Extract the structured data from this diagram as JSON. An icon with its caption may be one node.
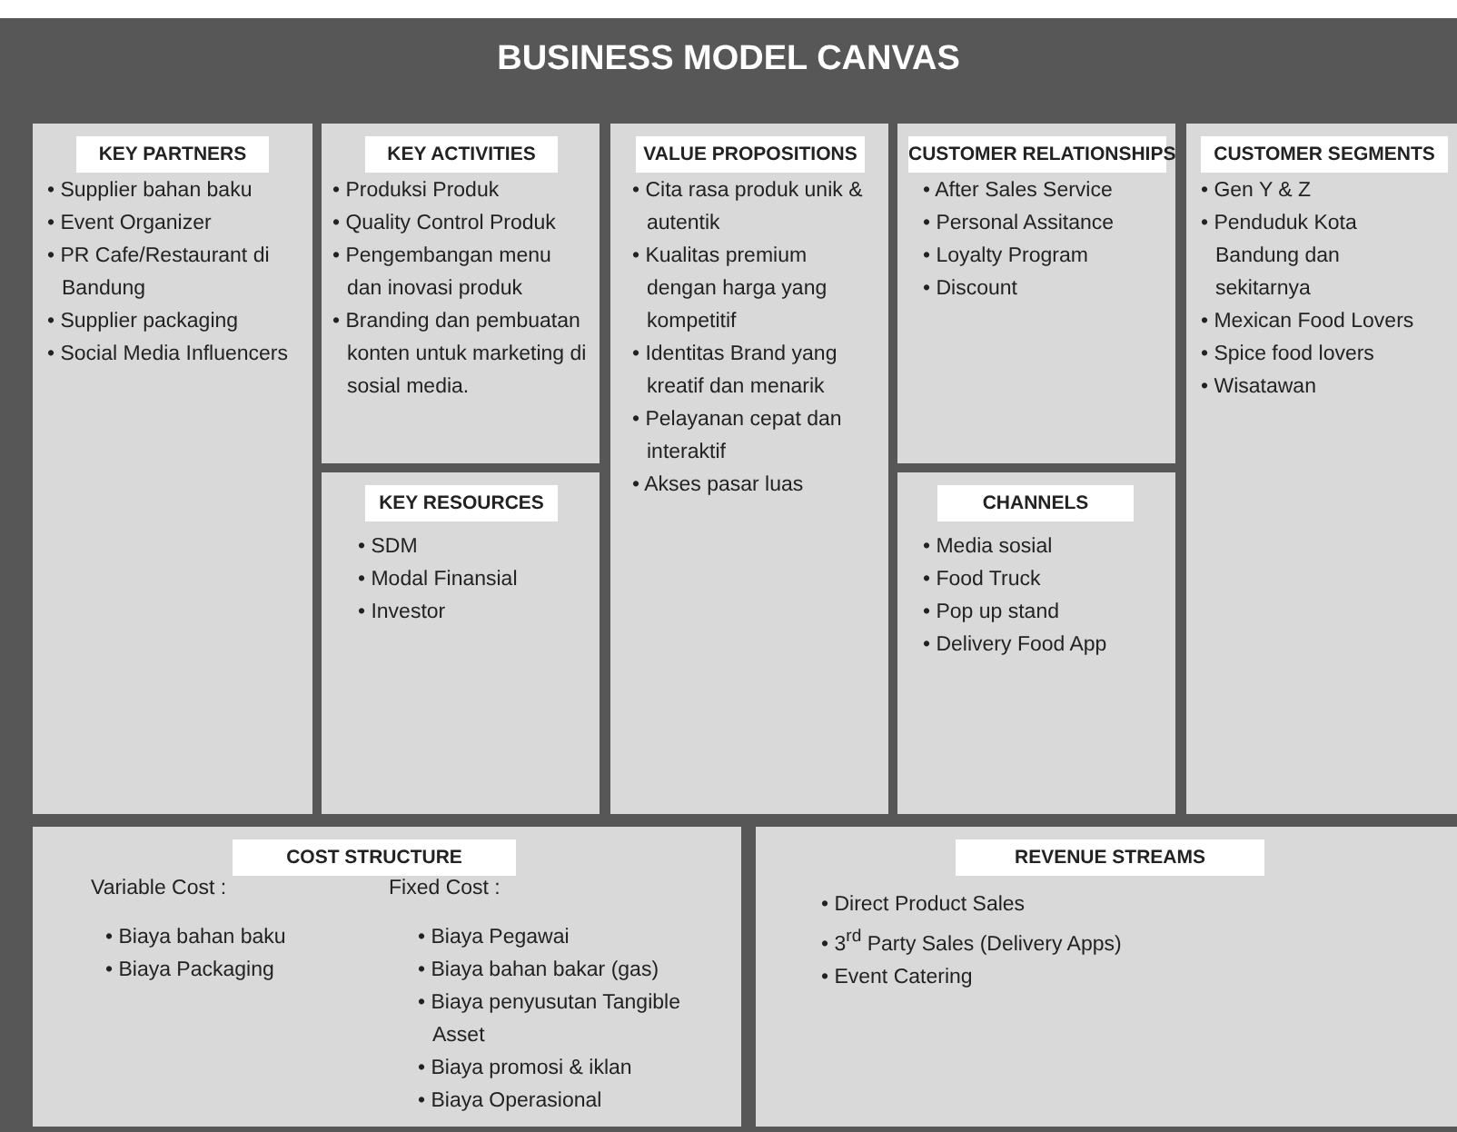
{
  "diagram": {
    "title": "BUSINESS MODEL CANVAS",
    "nodes": [
      {
        "text": [
          "KEY PARTNERS",
          "• Supplier bahan baku",
          "• Event Organizer",
          "• PR Cafe/Restaurant di Bandung",
          "• Supplier packaging",
          "• Social Media Influencers"
        ]
      },
      {
        "text": [
          "KEY ACTIVITIES",
          "• Produksi Produk",
          "• Quality Control Produk",
          "• Pengembangan menu dan inovasi produk",
          "• Branding dan pembuatan konten untuk marketing di sosial media."
        ]
      },
      {
        "text": [
          "KEY RESOURCES",
          "• SDM",
          "• Modal Finansial",
          "• Investor"
        ]
      },
      {
        "text": [
          "VALUE PROPOSITIONS",
          "• Cita rasa produk unik & autentik",
          "• Kualitas premium dengan harga yang kompetitif",
          "• Identitas Brand yang kreatif dan menarik",
          "• Pelayanan cepat dan interaktif",
          "• Akses pasar luas"
        ]
      },
      {
        "text": [
          "CUSTOMER RELATIONSHIPS",
          "• After Sales Service",
          "• Personal Assitance",
          "• Loyalty Program",
          "• Discount"
        ]
      },
      {
        "text": [
          "CHANNELS",
          "• Media sosial",
          "• Food Truck",
          "• Pop up stand",
          "• Delivery Food App"
        ]
      },
      {
        "text": [
          "CUSTOMER SEGMENTS",
          "• Gen Y & Z",
          "• Penduduk Kota Bandung dan sekitarnya",
          "• Mexican Food Lovers",
          "• Spice food lovers",
          "• Wisatawan"
        ]
      },
      {
        "text": [
          "COST STRUCTURE",
          "Variable Cost :",
          "• Biaya bahan baku",
          "• Biaya Packaging",
          "Fixed Cost :",
          "• Biaya Pegawai",
          "• Biaya bahan bakar (gas)",
          "• Biaya penyusutan Tangible Asset",
          "• Biaya promosi & iklan",
          "• Biaya Operasional"
        ]
      },
      {
        "text": [
          "REVENUE STREAMS",
          "• Direct Product Sales",
          "• 3$^{rd}$ Party Sales (Delivery Apps)",
          "• Event Catering"
        ]
      }
    ]
  }
}
